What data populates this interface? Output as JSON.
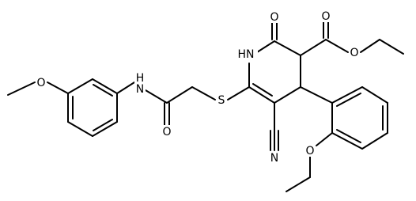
{
  "molecule": {
    "atom_labels": {
      "nh_ring": "HN",
      "nh_amide": "H",
      "nh_amide_n": "N",
      "o_lactam": "O",
      "o_ester_carbonyl": "O",
      "o_ester_single": "O",
      "o_amide": "O",
      "s_thioether": "S",
      "o_methoxy": "O",
      "o_ethoxy": "O",
      "n_nitrile": "N"
    }
  },
  "colors": {
    "bond": "#000000",
    "text": "#000000",
    "background": "#ffffff"
  }
}
